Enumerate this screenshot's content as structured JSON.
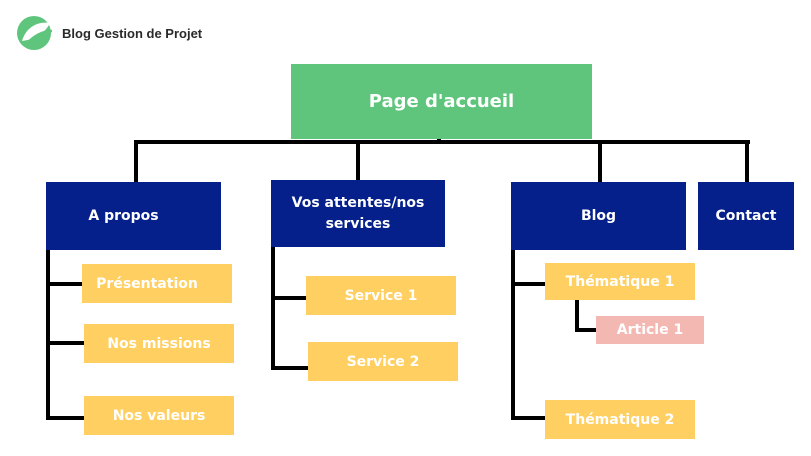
{
  "brand": {
    "name": "Blog Gestion de Projet",
    "logo_icon": "leaf-logo-icon",
    "logo_color": "#5fc57c"
  },
  "colors": {
    "root": "#5fc57c",
    "section": "#05208a",
    "page": "#ffd061",
    "article": "#f4b8b3",
    "connector": "#000000"
  },
  "root": {
    "label": "Page d'accueil"
  },
  "sections": [
    {
      "label": "A propos",
      "children": [
        "Présentation",
        "Nos missions",
        "Nos valeurs"
      ]
    },
    {
      "label": "Vos attentes/nos services",
      "children": [
        "Service 1",
        "Service 2"
      ]
    },
    {
      "label": "Blog",
      "children": [
        {
          "label": "Thématique 1",
          "children": [
            "Article 1"
          ]
        },
        {
          "label": "Thématique 2"
        }
      ]
    },
    {
      "label": "Contact",
      "children": []
    }
  ]
}
